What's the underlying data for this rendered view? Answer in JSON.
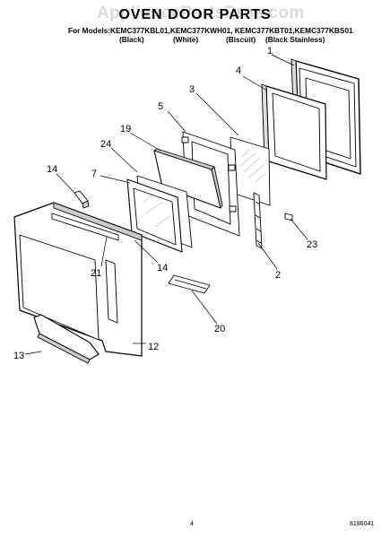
{
  "header": {
    "watermark": "AppliancePartsPros.com",
    "title": "OVEN DOOR PARTS",
    "models_line": "For Models:KEMC377KBL01,KEMC377KWH01, KEMC377KBT01,KEMC377KBS01",
    "variants": [
      "(Black)",
      "(White)",
      "(Biscuit)",
      "(Black Stainless)"
    ]
  },
  "callouts": [
    "1",
    "4",
    "3",
    "5",
    "19",
    "24",
    "7",
    "14",
    "21",
    "14",
    "23",
    "2",
    "20",
    "12",
    "13"
  ],
  "footer": {
    "page_number": "4",
    "doc_number": "8186041"
  }
}
